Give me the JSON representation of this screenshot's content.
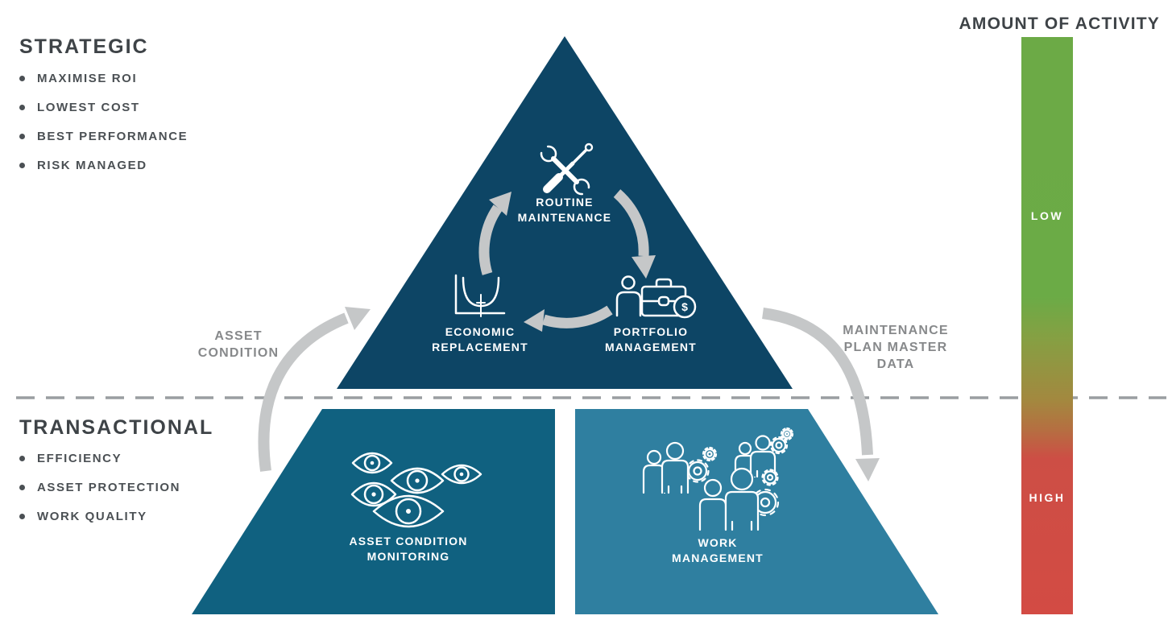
{
  "colors": {
    "triangle": "#0d4565",
    "trap_left": "#106180",
    "trap_right": "#2f7fa0",
    "bar_green": "#6caa46",
    "bar_red": "#d34b44",
    "arrow_gray": "#c5c7c8",
    "dash_gray": "#9a9ea1",
    "text_dark": "#3e4347",
    "text_bullet": "#4b5054",
    "text_graylabel": "#87898b"
  },
  "strategic": {
    "title": "STRATEGIC",
    "bullets": [
      "MAXIMISE ROI",
      "LOWEST COST",
      "BEST PERFORMANCE",
      "RISK MANAGED"
    ]
  },
  "transactional": {
    "title": "TRANSACTIONAL",
    "bullets": [
      "EFFICIENCY",
      "ASSET PROTECTION",
      "WORK QUALITY"
    ]
  },
  "activity_scale": {
    "title": "AMOUNT OF ACTIVITY",
    "low_label": "LOW",
    "high_label": "HIGH"
  },
  "side_arrows": {
    "left": {
      "lines": [
        "ASSET",
        "CONDITION"
      ]
    },
    "right": {
      "lines": [
        "MAINTENANCE",
        "PLAN MASTER",
        "DATA"
      ]
    }
  },
  "pyramid": {
    "cycle": [
      {
        "id": "routine-maintenance",
        "icon": "tools-icon",
        "lines": [
          "ROUTINE",
          "MAINTENANCE"
        ]
      },
      {
        "id": "economic-replacement",
        "icon": "cost-curve-icon",
        "lines": [
          "ECONOMIC",
          "REPLACEMENT"
        ]
      },
      {
        "id": "portfolio-management",
        "icon": "briefcase-dollar-icon",
        "lines": [
          "PORTFOLIO",
          "MANAGEMENT"
        ]
      }
    ],
    "base_blocks": [
      {
        "id": "asset-condition-monitoring",
        "icon": "eyes-icon",
        "lines": [
          "ASSET CONDITION",
          "MONITORING"
        ]
      },
      {
        "id": "work-management",
        "icon": "people-gears-icon",
        "lines": [
          "WORK",
          "MANAGEMENT"
        ]
      }
    ],
    "coin_symbol": "$"
  }
}
